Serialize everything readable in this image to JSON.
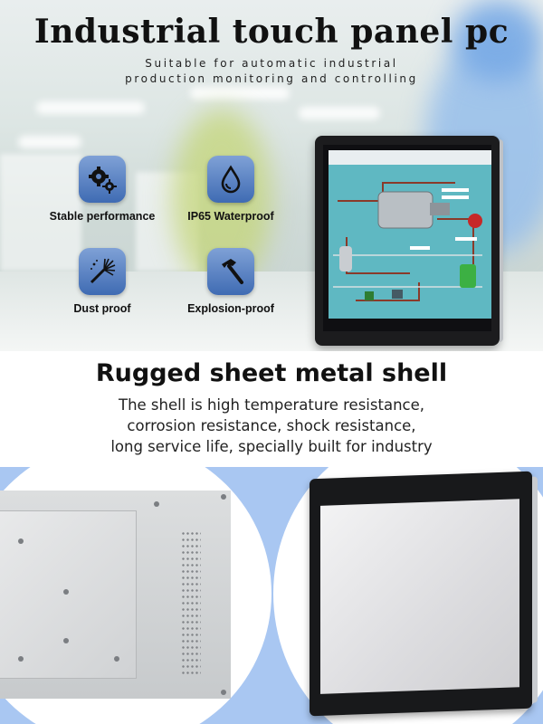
{
  "hero": {
    "title": "Industrial  touch panel pc",
    "subtitle_line1": "Suitable for automatic industrial",
    "subtitle_line2": "production monitoring and controlling"
  },
  "features": [
    {
      "label": "Stable performance",
      "icon": "gears-icon"
    },
    {
      "label": "IP65 Waterproof",
      "icon": "water-drop-icon"
    },
    {
      "label": "Dust proof",
      "icon": "brush-icon"
    },
    {
      "label": "Explosion-proof",
      "icon": "hammer-icon"
    }
  ],
  "shell": {
    "heading": "Rugged sheet metal shell",
    "line1": "The shell is high temperature resistance,",
    "line2": "corrosion resistance, shock resistance,",
    "line3": "long service life, specially built for industry"
  },
  "colors": {
    "icon_tile": "#4a72b8",
    "bottom_bg": "#a9c7f2",
    "scada_bg": "#5fb8c2"
  }
}
